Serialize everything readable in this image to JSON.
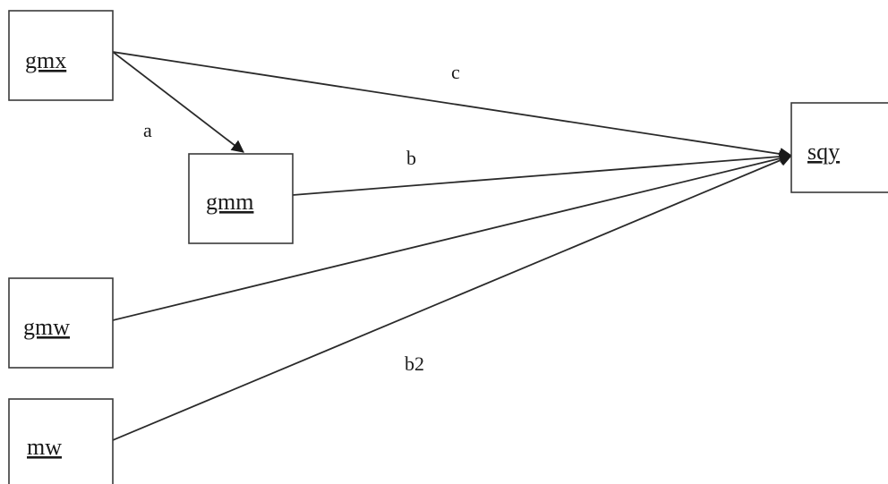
{
  "diagram": {
    "nodes": {
      "gmx": "gmx",
      "gmm": "gmm",
      "gmw": "gmw",
      "mw": "mw",
      "sqy": "sqy"
    },
    "paths": {
      "a": "a",
      "b": "b",
      "c": "c",
      "b2": "b2"
    }
  }
}
